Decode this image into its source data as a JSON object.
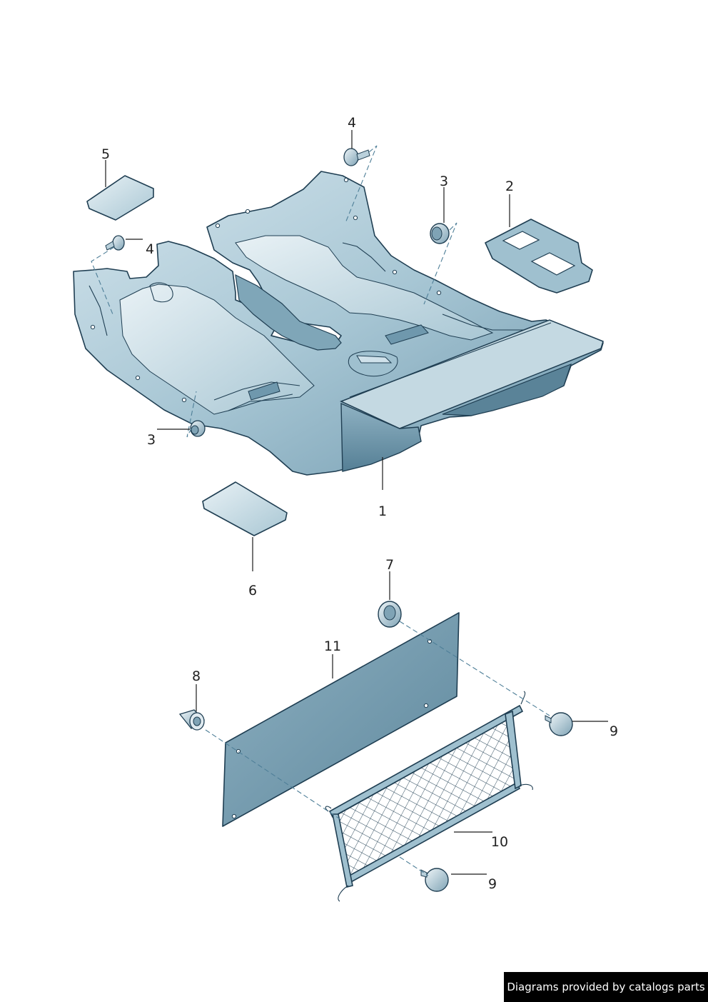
{
  "callouts": {
    "c1": "1",
    "c2": "2",
    "c3a": "3",
    "c3b": "3",
    "c4a": "4",
    "c4b": "4",
    "c5": "5",
    "c6": "6",
    "c7": "7",
    "c8": "8",
    "c9a": "9",
    "c9b": "9",
    "c10": "10",
    "c11": "11"
  },
  "credit": "Diagrams provided by catalogs parts",
  "colors": {
    "part_fill_light": "#c9dde6",
    "part_fill_mid": "#9fc0cf",
    "part_fill_dark": "#6f98ad",
    "outline": "#1f3e52",
    "dash": "#4f7f98"
  },
  "icons": {
    "floor_covering": "floor-carpet-icon",
    "clip": "fastening-clip-icon",
    "screw": "screw-icon",
    "net": "luggage-net-icon",
    "board": "cover-panel-icon"
  }
}
